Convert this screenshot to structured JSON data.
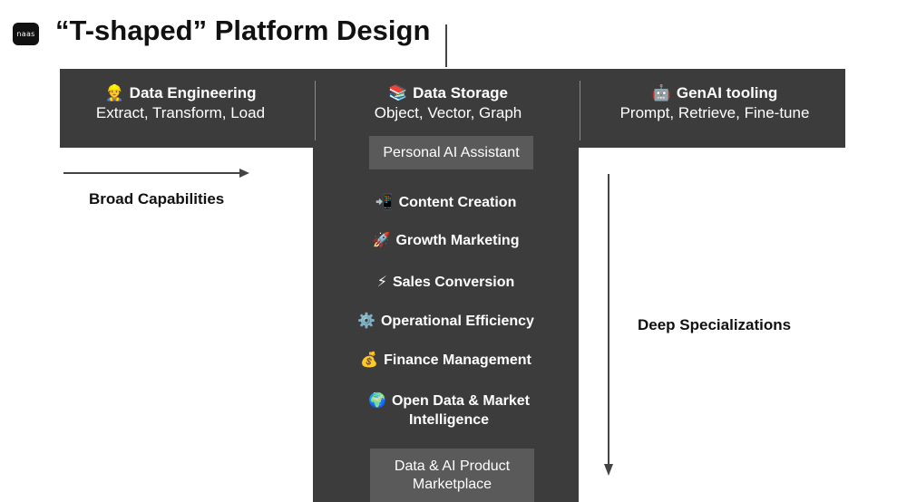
{
  "brand": {
    "logo_text": "naas"
  },
  "title": "“T-shaped” Platform Design",
  "capabilities": [
    {
      "icon": "worker-icon",
      "glyph": "👷",
      "label": "Data Engineering",
      "sub": "Extract, Transform, Load"
    },
    {
      "icon": "books-icon",
      "glyph": "📚",
      "label": "Data Storage",
      "sub": "Object, Vector, Graph"
    },
    {
      "icon": "robot-icon",
      "glyph": "🤖",
      "label": "GenAI tooling",
      "sub": "Prompt, Retrieve, Fine-tune"
    }
  ],
  "assistant_label": "Personal AI Assistant",
  "specializations": [
    {
      "icon": "mobile-phone-icon",
      "glyph": "📲",
      "label": "Content Creation"
    },
    {
      "icon": "rocket-icon",
      "glyph": "🚀",
      "label": "Growth Marketing"
    },
    {
      "icon": "lightning-icon",
      "glyph": "⚡",
      "label": "Sales Conversion"
    },
    {
      "icon": "gear-icon",
      "glyph": "⚙️",
      "label": "Operational Efficiency"
    },
    {
      "icon": "money-bag-icon",
      "glyph": "💰",
      "label": "Finance Management"
    },
    {
      "icon": "globe-icon",
      "glyph": "🌍",
      "label": "Open Data & Market Intelligence"
    }
  ],
  "marketplace_label": "Data & AI Product Marketplace",
  "broad_label": "Broad Capabilities",
  "deep_label": "Deep Specializations",
  "colors": {
    "band": "#3c3c3c",
    "chip": "#5a5a5a",
    "text_on_dark": "#ffffff",
    "arrow": "#444444"
  }
}
